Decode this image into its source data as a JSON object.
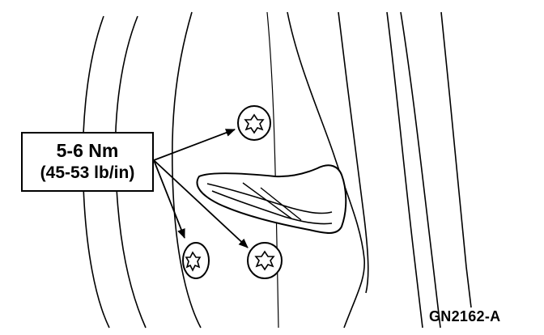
{
  "callout": {
    "torque_nm": "5-6 Nm",
    "torque_lbin": "(45-53 lb/in)"
  },
  "figure_id": "GN2162-A",
  "icons": {
    "fastener": "torx-screw-icon",
    "striker": "door-latch-striker-icon"
  }
}
